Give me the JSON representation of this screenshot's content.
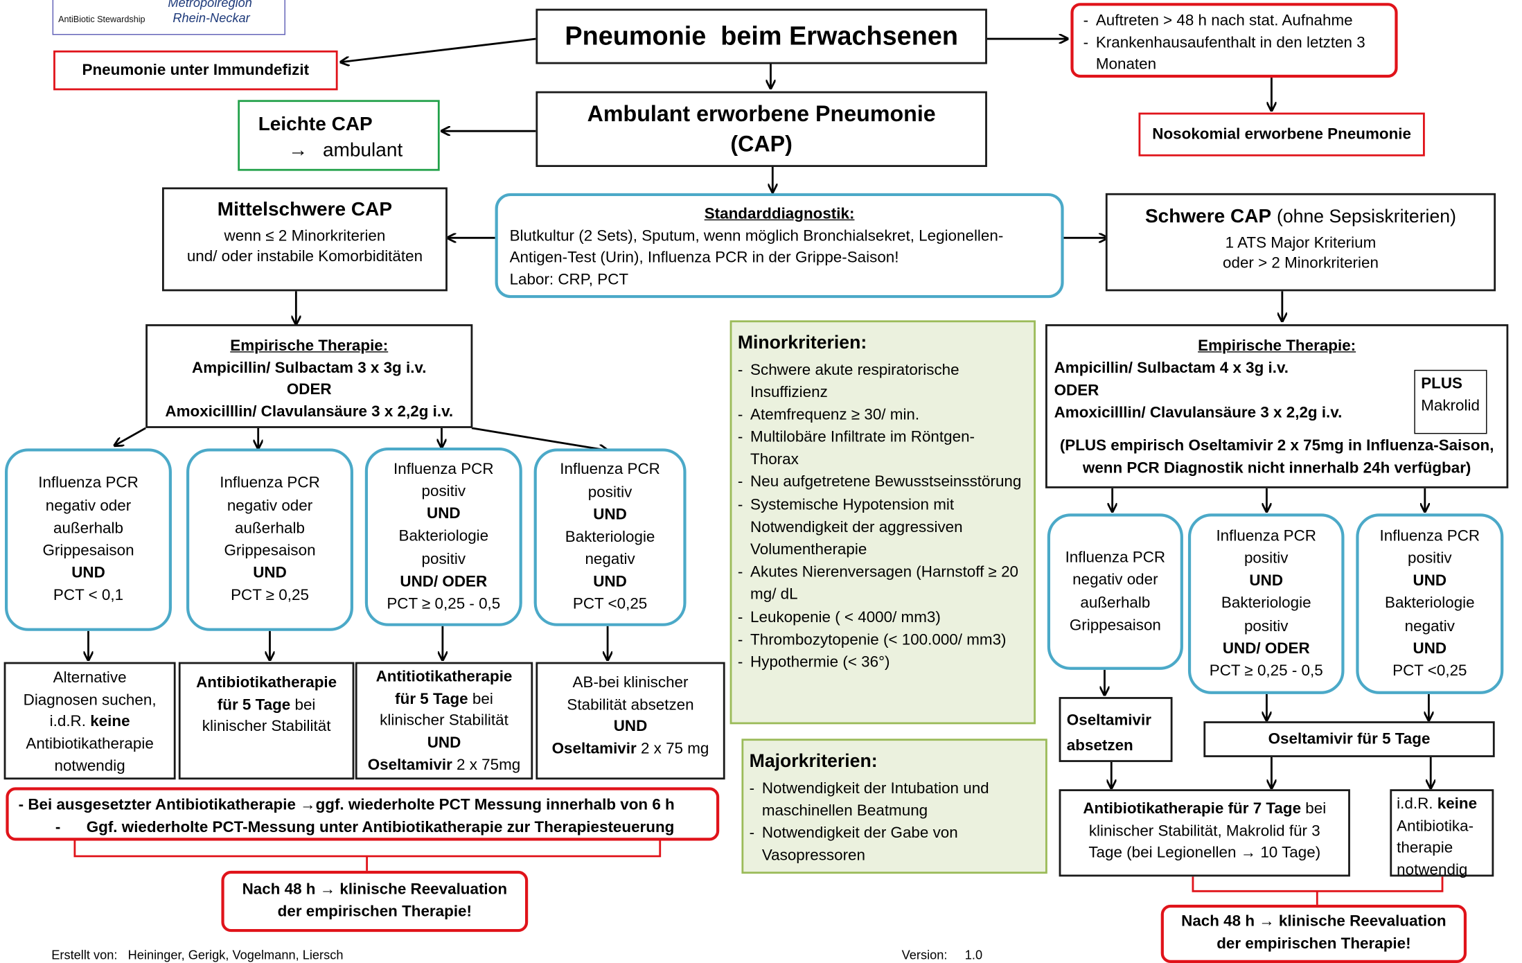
{
  "logo": {
    "line1": "Metropolregion",
    "line2": "Rhein-Neckar",
    "prefix": "AntiBiotic Stewardship"
  },
  "title": "Pneumonie  beim Erwachsenen",
  "immundefizit": "Pneumonie unter Immundefizit",
  "nosokomial_criteria": [
    "Auftreten > 48 h nach stat. Aufnahme",
    "Krankenhausaufenthalt in den letzten 3 Monaten"
  ],
  "nosokomial": "Nosokomial erworbene Pneumonie",
  "cap": {
    "line1": "Ambulant erworbene Pneumonie",
    "line2": "(CAP)"
  },
  "leichte": {
    "title": "Leichte CAP",
    "arrow": "→",
    "text": "ambulant"
  },
  "mittel": {
    "title": "Mittelschwere CAP",
    "line1": "wenn ≤ 2 Minorkriterien",
    "line2": "und/ oder instabile Komorbiditäten"
  },
  "standard": {
    "title": "Standarddiagnostik:",
    "line1": "Blutkultur (2 Sets), Sputum, wenn möglich Bronchialsekret, Legionellen-",
    "line2": "Antigen-Test (Urin), Influenza PCR in der Grippe-Saison!",
    "line3": "Labor: CRP, PCT"
  },
  "schwere": {
    "title": "Schwere CAP",
    "suffix": "(ohne Sepsiskriterien)",
    "line1": "1 ATS Major Kriterium",
    "line2": "oder > 2 Minorkriterien"
  },
  "therapie_left": {
    "title": "Empirische Therapie:",
    "line1": "Ampicillin/ Sulbactam 3 x 3g i.v.",
    "line2": "ODER",
    "line3": "Amoxicilllin/ Clavulansäure 3 x 2,2g i.v."
  },
  "therapie_right": {
    "title": "Empirische Therapie:",
    "line1": "Ampicillin/ Sulbactam 4 x 3g i.v.",
    "line2": "ODER",
    "line3": "Amoxicilllin/ Clavulansäure 3 x 2,2g i.v.",
    "plus": "PLUS",
    "makrolid": "Makrolid",
    "note1": "(PLUS empirisch Oseltamivir 2 x 75mg in Influenza-Saison,",
    "note2": "wenn PCR Diagnostik nicht innerhalb  24h verfügbar)"
  },
  "minor": {
    "title": "Minorkriterien:",
    "items": [
      "Schwere akute respiratorische Insuffizienz",
      "Atemfrequenz ≥ 30/ min.",
      "Multilobäre Infiltrate im Röntgen-Thorax",
      "Neu aufgetretene Bewusstseinsstörung",
      "Systemische Hypotension mit Notwendigkeit der aggressiven Volumentherapie",
      "Akutes Nierenversagen (Harnstoff ≥ 20 mg/ dL",
      "Leukopenie ( < 4000/ mm3)",
      "Thrombozytopenie (< 100.000/ mm3)",
      "Hypothermie (< 36°)"
    ]
  },
  "major": {
    "title": "Majorkriterien:",
    "items": [
      "Notwendigkeit der Intubation und maschinellen Beatmung",
      "Notwendigkeit der Gabe von Vasopressoren"
    ]
  },
  "left_cases": [
    {
      "lines": [
        "Influenza PCR",
        "negativ oder",
        "außerhalb",
        "Grippesaison",
        "UND",
        "PCT < 0,1"
      ]
    },
    {
      "lines": [
        "Influenza PCR",
        "negativ oder",
        "außerhalb",
        "Grippesaison",
        "UND",
        "PCT ≥ 0,25"
      ]
    },
    {
      "lines": [
        "Influenza PCR",
        "positiv",
        "UND",
        "Bakteriologie",
        "positiv",
        "UND/ ODER",
        "PCT ≥ 0,25 -  0,5"
      ]
    },
    {
      "lines": [
        "Influenza PCR",
        "positiv",
        "UND",
        "Bakteriologie",
        "negativ",
        "UND",
        "PCT <0,25"
      ]
    }
  ],
  "left_outcomes": [
    {
      "a": "Alternative",
      "b": "Diagnosen suchen,",
      "c1": "i.d.R. ",
      "c2": "keine",
      "d": "Antibiotikatherapie",
      "e": "notwendig"
    },
    {
      "a": "Antibiotikatherapie",
      "b1": "für 5 Tage",
      "b2": " bei",
      "c": "klinischer Stabilität"
    },
    {
      "a": "Antitiotikatherapie",
      "b1": "für 5 Tage",
      "b2": " bei",
      "c": "klinischer Stabilität",
      "d": "UND",
      "e1": "Oseltamivir",
      "e2": " 2 x 75mg"
    },
    {
      "a": "AB-bei klinischer",
      "b": "Stabilität absetzen",
      "c": "UND",
      "d1": "Oseltamivir",
      "d2": " 2 x 75 mg"
    }
  ],
  "pct_notes": [
    "Bei ausgesetzter Antibiotikatherapie",
    "→",
    "ggf. wiederholte PCT Messung innerhalb von 6 h",
    "Ggf. wiederholte PCT-Messung unter Antibiotikatherapie zur Therapiesteuerung"
  ],
  "reeval": {
    "line1a": "Nach 48 h ",
    "arrow": "→",
    "line1b": " klinische Reevaluation",
    "line2": "der empirischen Therapie!"
  },
  "right_cases": [
    {
      "lines": [
        "Influenza PCR",
        "negativ oder",
        "außerhalb",
        "Grippesaison"
      ]
    },
    {
      "lines": [
        "Influenza PCR",
        "positiv",
        "UND",
        "Bakteriologie",
        "positiv",
        "UND/ ODER",
        "PCT ≥ 0,25 -  0,5"
      ]
    },
    {
      "lines": [
        "Influenza PCR",
        "positiv",
        "UND",
        "Bakteriologie",
        "negativ",
        "UND",
        "PCT <0,25"
      ]
    }
  ],
  "oseltamivir_absetzen": [
    "Oseltamivir",
    "absetzen"
  ],
  "oseltamivir_5": "Oseltamivir für 5 Tage",
  "ab7": {
    "bold": "Antibiotikatherapie für 7 Tage",
    "rest1": " bei",
    "line2": "klinischer Stabilität, Makrolid für 3",
    "line3a": "Tage (bei Legionellen ",
    "arrow": "→",
    "line3b": " 10 Tage)"
  },
  "keine": {
    "a": "i.d.R. ",
    "b": "keine",
    "c": "Antibiotika-",
    "d": "therapie",
    "e": "notwendig"
  },
  "footer": {
    "author_label": "Erstellt von:",
    "authors": "Heininger, Gerigk, Vogelmann, Liersch",
    "version_label": "Version:",
    "version": "1.0"
  }
}
